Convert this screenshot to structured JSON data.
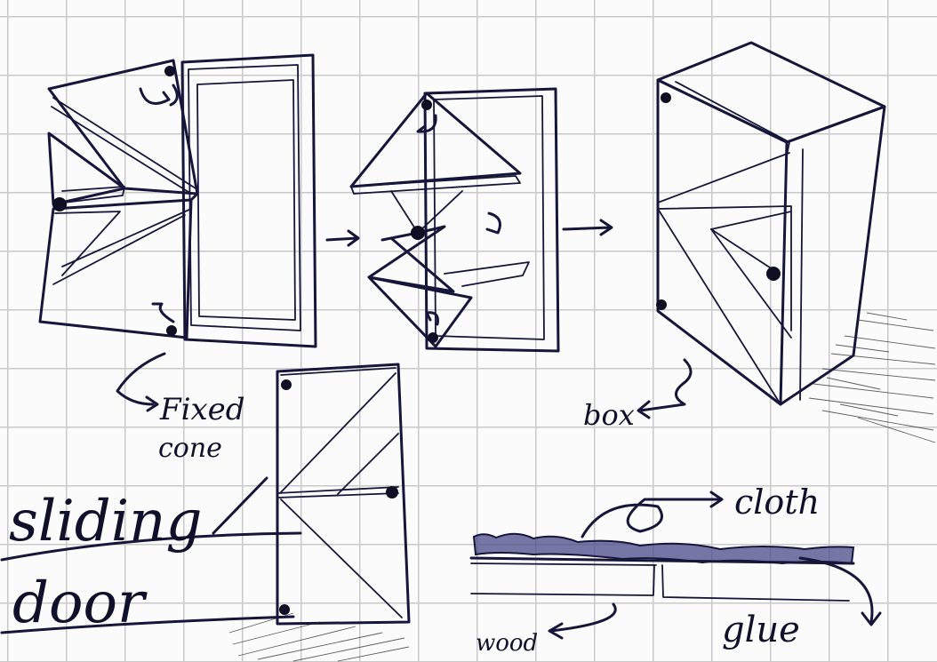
{
  "labels": {
    "fixed": "Fixed",
    "cone": "cone",
    "box": "box",
    "cloth": "cloth",
    "wood": "wood",
    "glue": "glue",
    "sliding": "sliding",
    "door": "door"
  },
  "colors": {
    "ink": "#16163a",
    "grid": "#c9c9c9",
    "paper": "#fbfbfb",
    "cloth_fill": "#4a4a8a"
  }
}
